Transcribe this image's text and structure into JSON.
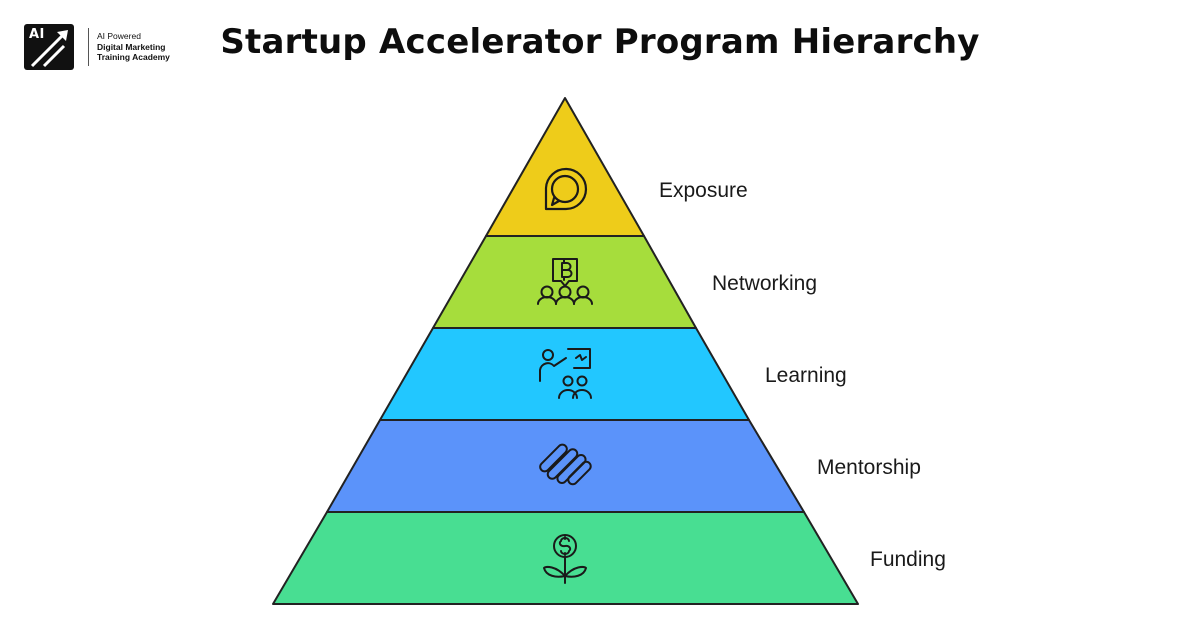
{
  "brand": {
    "mark_text": "AI",
    "line1": "AI Powered",
    "line2": "Digital Marketing",
    "line3": "Training Academy",
    "mark_color": "#111111"
  },
  "title": "Startup Accelerator Program Hierarchy",
  "pyramid": {
    "tiers": [
      {
        "label": "Exposure",
        "color": "#EECC1A",
        "icon": "chat-bubble-icon"
      },
      {
        "label": "Networking",
        "color": "#A6DD3C",
        "icon": "bitcoin-group-icon"
      },
      {
        "label": "Learning",
        "color": "#22C7FF",
        "icon": "teacher-students-icon"
      },
      {
        "label": "Mentorship",
        "color": "#5B93FA",
        "icon": "stripes-icon"
      },
      {
        "label": "Funding",
        "color": "#48DE92",
        "icon": "money-plant-icon"
      }
    ],
    "outline_color": "#222222"
  }
}
